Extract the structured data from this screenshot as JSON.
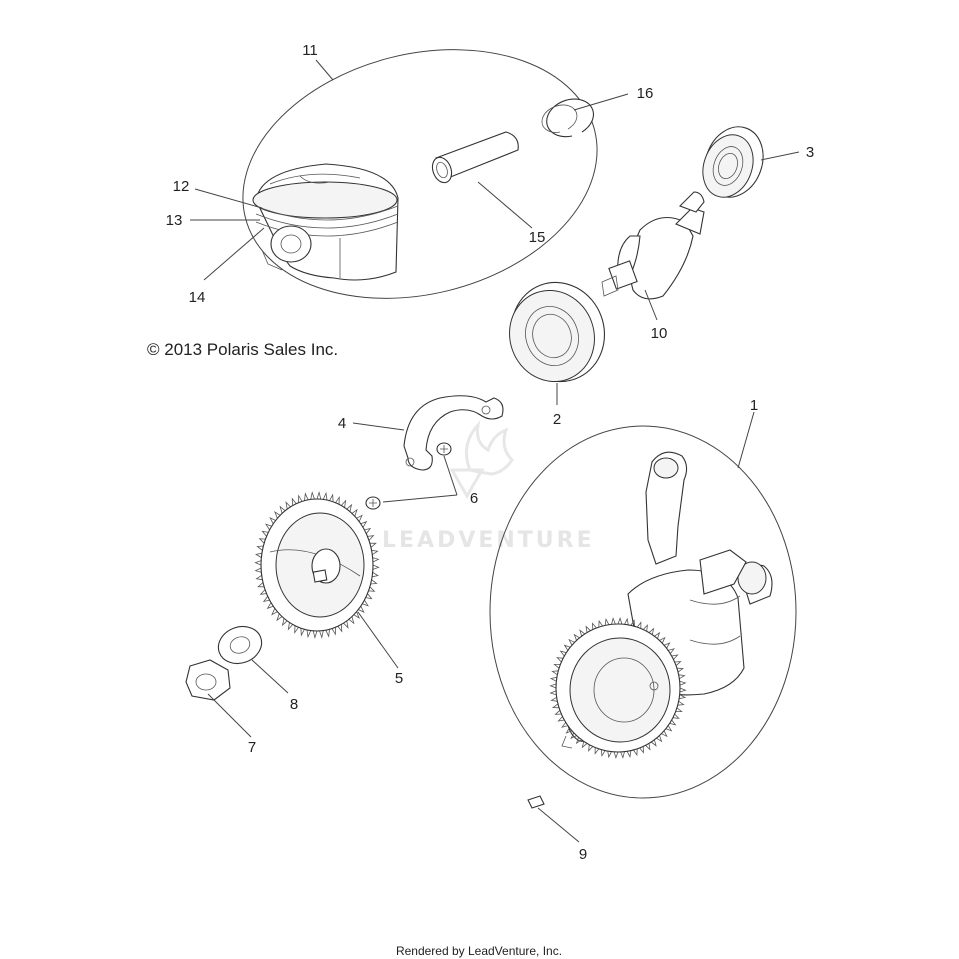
{
  "copyright": "© 2013 Polaris Sales Inc.",
  "watermark": "LEADVENTURE",
  "footer": "Rendered by LeadVenture, Inc.",
  "callouts": [
    "1",
    "2",
    "3",
    "4",
    "5",
    "6",
    "7",
    "8",
    "9",
    "10",
    "11",
    "12",
    "13",
    "14",
    "15",
    "16"
  ],
  "icons": {
    "watermark_logo": "flame-shield-icon"
  }
}
